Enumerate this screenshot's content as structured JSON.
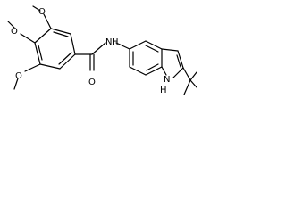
{
  "molecule": {
    "atoms": {
      "o_top": "O",
      "o_middle": "O",
      "o_bottom": "O",
      "o_carbonyl": "O",
      "amide_n": "N",
      "amide_h": "H",
      "indole_n": "N",
      "indole_h": "H"
    },
    "colors": {
      "bond": "#000000",
      "label": "#000000",
      "background": "#ffffff"
    }
  }
}
